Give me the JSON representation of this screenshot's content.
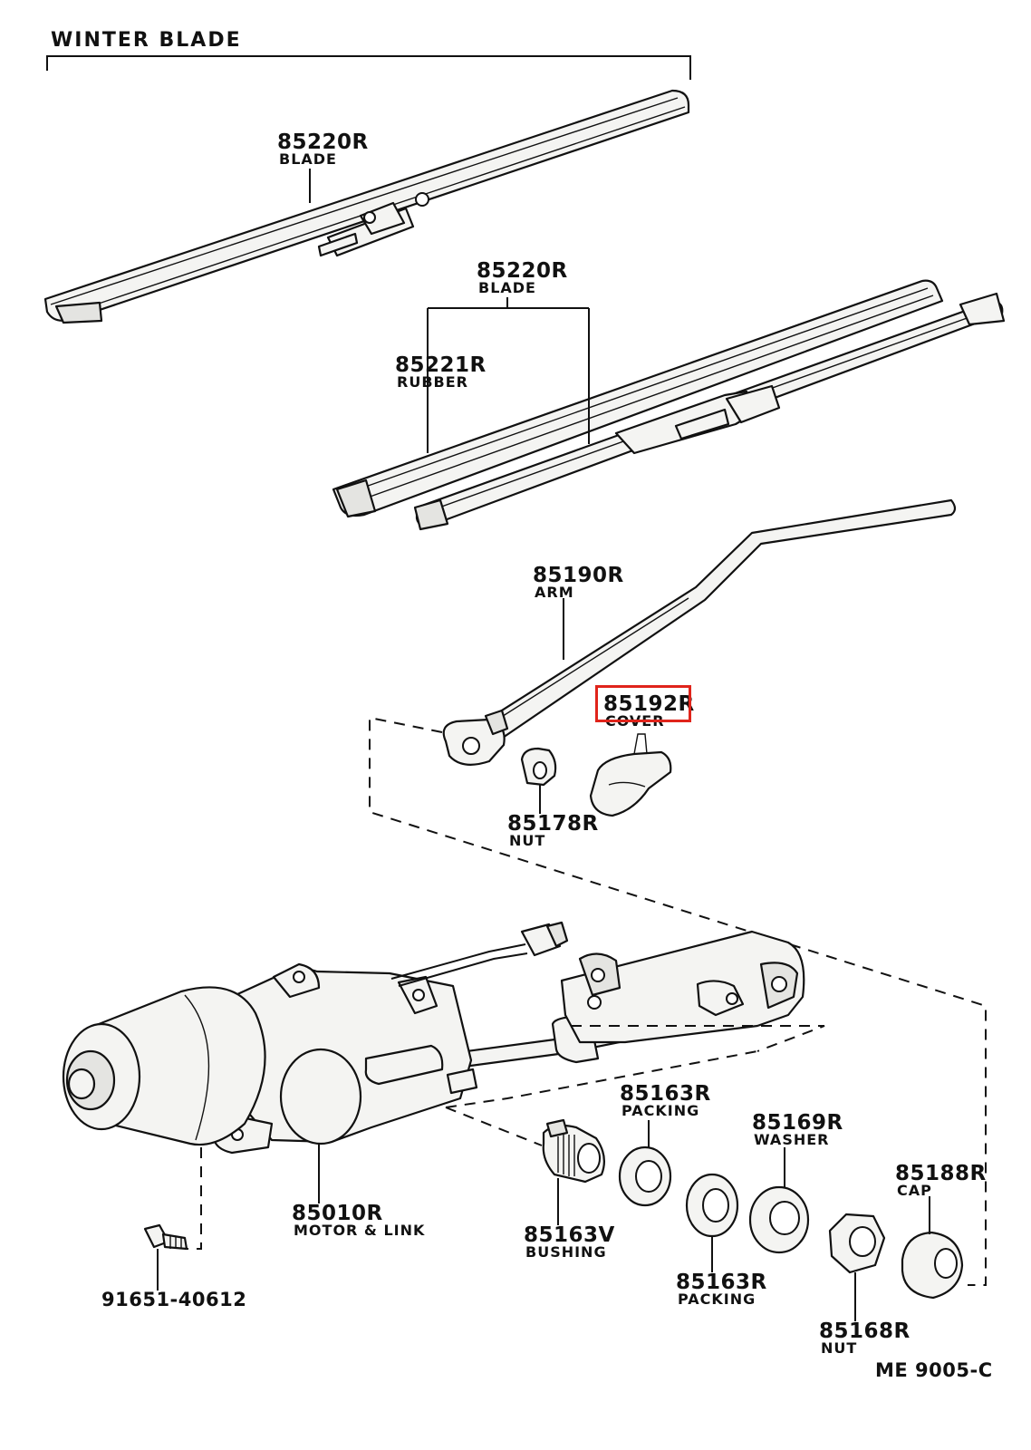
{
  "header": {
    "title": "WINTER  BLADE"
  },
  "footer": {
    "code": "ME  9005-C"
  },
  "highlight": {
    "part": "85192R",
    "color": "#e0241b"
  },
  "parts": {
    "blade_winter": {
      "number": "85220R",
      "name": "BLADE"
    },
    "blade": {
      "number": "85220R",
      "name": "BLADE"
    },
    "rubber": {
      "number": "85221R",
      "name": "RUBBER"
    },
    "arm": {
      "number": "85190R",
      "name": "ARM"
    },
    "cover": {
      "number": "85192R",
      "name": "COVER"
    },
    "nut_arm": {
      "number": "85178R",
      "name": "NUT"
    },
    "motor": {
      "number": "85010R",
      "name": "MOTOR & LINK"
    },
    "bolt": {
      "number": "91651-40612",
      "name": ""
    },
    "packing_upper": {
      "number": "85163R",
      "name": "PACKING"
    },
    "washer": {
      "number": "85169R",
      "name": "WASHER"
    },
    "cap": {
      "number": "85188R",
      "name": "CAP"
    },
    "bushing": {
      "number": "85163V",
      "name": "BUSHING"
    },
    "packing_lower": {
      "number": "85163R",
      "name": "PACKING"
    },
    "nut_pivot": {
      "number": "85168R",
      "name": "NUT"
    }
  },
  "icons": [
    "wiper-blade-icon",
    "wiper-arm-icon",
    "wiper-motor-icon",
    "nut-icon",
    "washer-icon",
    "bolt-icon"
  ]
}
